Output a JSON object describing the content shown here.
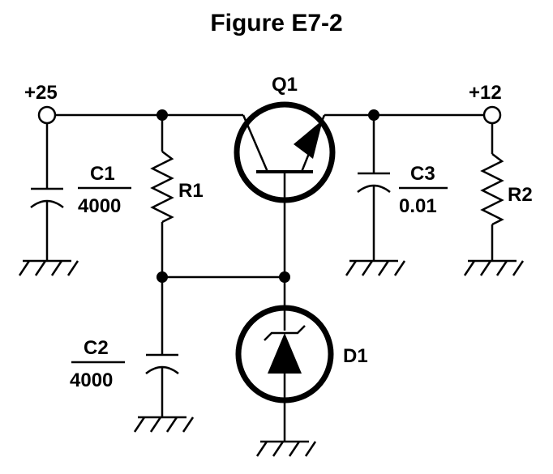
{
  "figure": {
    "title": "Figure E7-2"
  },
  "terminals": {
    "input_label": "+25",
    "output_label": "+12"
  },
  "components": {
    "transistor": {
      "ref": "Q1"
    },
    "resistor1": {
      "ref": "R1"
    },
    "resistor2": {
      "ref": "R2"
    },
    "capacitor1": {
      "ref": "C1",
      "value": "4000"
    },
    "capacitor2": {
      "ref": "C2",
      "value": "4000"
    },
    "capacitor3": {
      "ref": "C3",
      "value": "0.01"
    },
    "zener": {
      "ref": "D1"
    }
  }
}
